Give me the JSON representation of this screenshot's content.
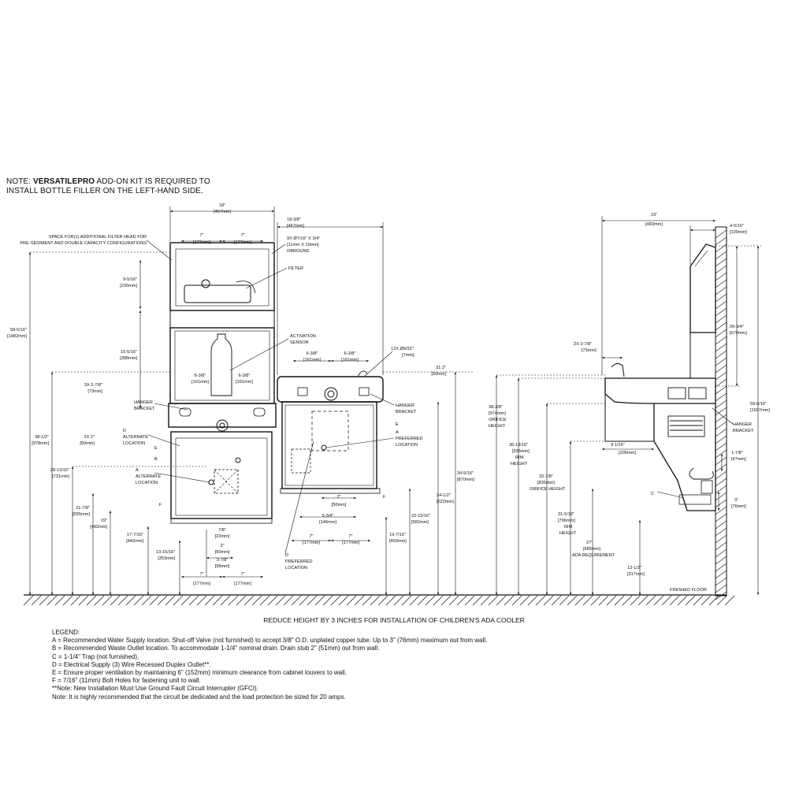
{
  "note": {
    "prefix": "NOTE: ",
    "kit_name": "VERSATILEPRO",
    "line1_rest": " ADD-ON KIT IS REQUIRED TO",
    "line2": "INSTALL BOTTLE FILLER ON THE LEFT-HAND SIDE."
  },
  "front_view": {
    "labels": {
      "width_18": "18\"",
      "width_18_mm": "[457mm]",
      "dim_7a": "7\"",
      "dim_7a_mm": "[177mm]",
      "dim_7b": "7\"",
      "dim_7b_mm": "[177mm]",
      "filter_space_1": "SPACE FOR(1) ADDITIONAL FILTER HEAD FOR",
      "filter_space_2": "PRE-SEDIMENT AND DOUBLE CAPACITY CONFIGURATIONS",
      "filter": "FILTER",
      "h_9_5_16": "9-5/16\"",
      "h_9_5_16_mm": "[236mm]",
      "h_15_5_16": "15-5/16\"",
      "h_15_5_16_mm": "[388mm]",
      "h_58_5_16": "58-5/16\"",
      "h_58_5_16_mm": "[1482mm]",
      "activation_1": "ACTIVATION",
      "activation_2": "SENSOR",
      "d_6_3_8a": "6-3/8\"",
      "d_6_3_8a_mm": "[161mm]",
      "d_6_3_8b": "6-3/8\"",
      "d_6_3_8b_mm": "[161mm]",
      "d_3x_2_7_8": "3X 2-7/8\"",
      "d_3x_2_7_8_mm": "[73mm]",
      "hanger_1": "HANGER",
      "hanger_2": "BRACKET",
      "h_38_1_2": "38-1/2\"",
      "h_38_1_2_mm": "[978mm]",
      "d_2x_2": "2X 2\"",
      "d_2x_2_mm": "[50mm]",
      "d_alt_1": "D",
      "d_alt_2": "ALTERNATE",
      "d_alt_3": "LOCATION",
      "e_letter": "E",
      "b_letter": "B",
      "h_28_13_16": "28-13/16\"",
      "h_28_13_16_mm": "[731mm]",
      "a_alt_1": "A",
      "a_alt_2": "ALTERNATE",
      "a_alt_3": "LOCATION",
      "h_21_7_8": "21-7/8\"",
      "h_21_7_8_mm": "[555mm]",
      "f_letter": "F",
      "h_19": "19\"",
      "h_19_mm": "[482mm]",
      "h_17_7_16": "17-7/16\"",
      "h_17_7_16_mm": "[442mm]",
      "d_7_8": "7/8\"",
      "d_7_8_mm": "[22mm]",
      "h_13_15_16": "13-15/16\"",
      "h_13_15_16_mm": "[353mm]",
      "d_2": "2\"",
      "d_2_mm": "[50mm]",
      "d_3_7_8": "3-7/8\"",
      "d_3_7_8_mm": "[98mm]",
      "d_7c": "7\"",
      "d_7c_mm": "[177mm]",
      "d_7d": "7\"",
      "d_7d_mm": "[177mm]"
    }
  },
  "rear_view": {
    "labels": {
      "w_18_3_8": "18-3/8\"",
      "w_18_3_8_mm": "[467mm]",
      "slot_1": "9X Ø7/16\" X 3/4\"",
      "slot_2": "[11mm X 19mm]",
      "slot_3": "OBROUND",
      "d_6_3_8a": "6-3/8\"",
      "d_6_3_8a_mm": "[161mm]",
      "d_6_3_8b": "6-3/8\"",
      "d_6_3_8b_mm": "[161mm]",
      "holes_1": "12X Ø9/32\"",
      "holes_2": "[7mm]",
      "d_31_2": "31 2\"",
      "d_31_2_mm": "[50mm]",
      "hanger_1": "HANGER",
      "hanger_2": "BRACKET",
      "e_letter": "E",
      "a_pref_1": "A",
      "a_pref_2": "PREFERRED",
      "a_pref_3": "LOCATION",
      "h_34_5_16": "34-5/16\"",
      "h_34_5_16_mm": "[870mm]",
      "h_24_1_2": "24-1/2\"",
      "h_24_1_2_mm": "[622mm]",
      "f_letter": "F",
      "d_2": "2\"",
      "d_2_mm": "[50mm]",
      "h_22_15_16": "22-15/16\"",
      "h_22_15_16_mm": "[582mm]",
      "d_5_3_4": "5-3/4\"",
      "d_5_3_4_mm": "[146mm]",
      "h_19_7_16": "19-7/16\"",
      "h_19_7_16_mm": "[493mm]",
      "d_7a": "7\"",
      "d_7a_mm": "[177mm]",
      "d_7b": "7\"",
      "d_7b_mm": "[177mm]",
      "d_pref_1": "D",
      "d_pref_2": "PREFERRED",
      "d_pref_3": "LOCATION"
    }
  },
  "side_view": {
    "labels": {
      "w_19": "19\"",
      "w_19_mm": "[483mm]",
      "d_4_5_16": "4-5/16\"",
      "d_4_5_16_mm": "[109mm]",
      "h_26_3_4": "26-3/4\"",
      "h_26_3_4_mm": "[679mm]",
      "d_2x_2_7_8": "2X  2-7/8\"",
      "d_2x_2_7_8_mm": "[73mm]",
      "h_59_5_16": "59-5/16\"",
      "h_59_5_16_mm": "[1507mm]",
      "h_38_3_8": "38-3/8\"",
      "h_38_3_8_mm": "[974mm]",
      "orifice_1": "ORIFICE",
      "orifice_2": "HEIGHT",
      "h_36_13_16": "36-13/16\"",
      "h_36_13_16_mm": "[935mm]",
      "rim_1": "RIM",
      "rim_2": "HEIGHT",
      "hanger_1": "HANGER",
      "hanger_2": "BRACKET",
      "d_8_1_16": "8 1/16\"",
      "d_8_1_16_mm": "[205mm]",
      "d_1_7_8": "1-7/8\"",
      "d_1_7_8_mm": "[47mm]",
      "h_32_7_8": "32-7/8\"",
      "h_32_7_8_mm": "[835mm]",
      "orifice_h": "ORIFICE HEIGHT",
      "c_letter": "C",
      "d_3": "3\"",
      "d_3_mm": "[76mm]",
      "h_31_5_16": "31-5/16\"",
      "h_31_5_16_mm": "[796mm]",
      "rim2_1": "RIM",
      "rim2_2": "HEIGHT",
      "h_27": "27\"",
      "h_27_mm": "[685mm]",
      "ada": "ADA REQUIREMENT",
      "h_12_1_2": "12-1/2\"",
      "h_12_1_2_mm": "[317mm]",
      "floor": "FINISHED FLOOR"
    }
  },
  "footnote": "REDUCE HEIGHT BY 3 INCHES FOR INSTALLATION OF CHILDREN'S ADA COOLER",
  "legend": {
    "title": "LEGEND:",
    "items": [
      "A = Recommended Water Supply location.  Shut-off Valve (not furnished) to accept 3/8\" O.D. unplated copper tube.  Up to 3\" (76mm) maximum out from wall.",
      "B = Recommended Waste Outlet location.  To accommodate 1-1/4\" nominal drain.  Drain stub 2\" (51mm) out from wall.",
      "C = 1-1/4\" Trap (not furnished).",
      "D = Electrical Supply (3) Wire Recessed Duplex Outlet**.",
      "E = Ensure proper ventilation by maintaining 6\" (152mm) minimum clearance from cabinet louvers to wall.",
      "F = 7/16\" (11mm) Bolt Holes for fastening unit to wall.",
      "**Note: New Installation Must Use Ground Fault Circuit Interrupter (GFCI).",
      "Note: It is highly recommended that the circuit be dedicated and the load protection be sized for 20 amps."
    ]
  }
}
